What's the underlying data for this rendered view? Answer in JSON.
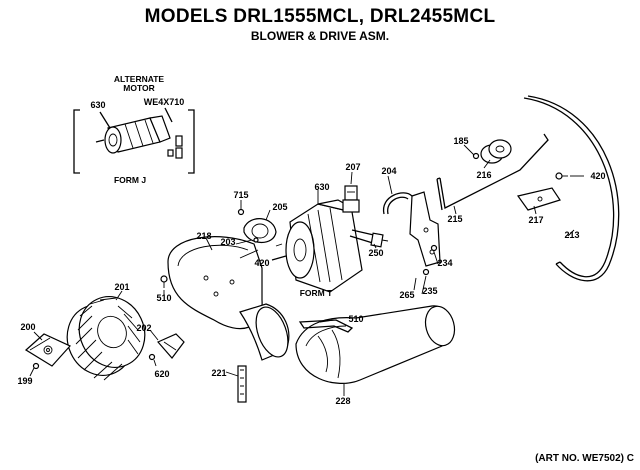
{
  "header": {
    "title": "MODELS DRL1555MCL, DRL2455MCL",
    "subtitle": "BLOWER & DRIVE ASM."
  },
  "inset": {
    "caption_line1": "ALTERNATE",
    "caption_line2": "MOTOR",
    "form_label": "FORM J",
    "part_motor": "630",
    "part_kit": "WE4X710"
  },
  "parts": {
    "p185": "185",
    "p216": "216",
    "p420a": "420",
    "p215": "215",
    "p217": "217",
    "p213": "213",
    "p207": "207",
    "p204": "204",
    "p715": "715",
    "p205": "205",
    "p630": "630",
    "p218": "218",
    "p203": "203",
    "p420b": "420",
    "p250": "250",
    "p234": "234",
    "p265": "265",
    "p235": "235",
    "p510a": "510",
    "p510b": "510",
    "p201": "201",
    "p200": "200",
    "p202": "202",
    "p199": "199",
    "p620": "620",
    "p221": "221",
    "p228": "228"
  },
  "form_t": "FORM T",
  "art_no": "(ART NO. WE7502) C"
}
